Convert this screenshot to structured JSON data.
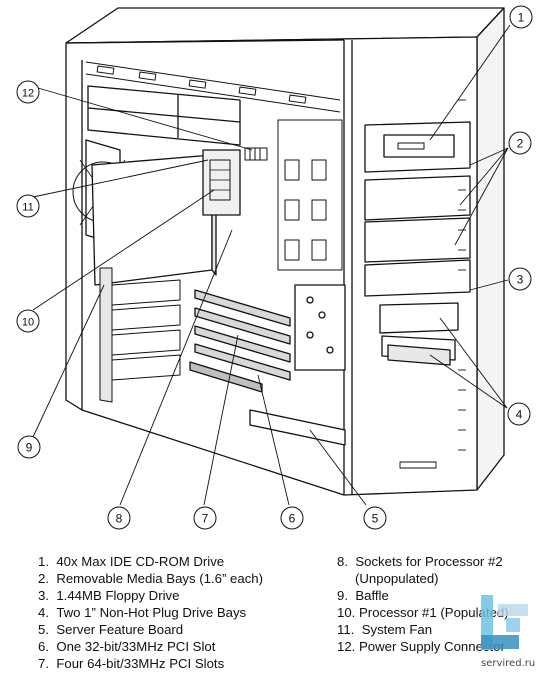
{
  "callouts": [
    "1",
    "2",
    "3",
    "4",
    "5",
    "6",
    "7",
    "8",
    "9",
    "10",
    "11",
    "12"
  ],
  "legend": {
    "left": [
      {
        "num": "1.",
        "text": "40x Max IDE CD-ROM Drive"
      },
      {
        "num": "2.",
        "text": "Removable Media Bays (1.6” each)"
      },
      {
        "num": "3.",
        "text": "1.44MB Floppy Drive"
      },
      {
        "num": "4.",
        "text": "Two 1” Non-Hot Plug Drive Bays"
      },
      {
        "num": "5.",
        "text": "Server Feature Board"
      },
      {
        "num": "6.",
        "text": "One 32-bit/33MHz PCI Slot"
      },
      {
        "num": "7.",
        "text": "Four 64-bit/33MHz PCI Slots"
      }
    ],
    "right": [
      {
        "num": "8.",
        "text": "Sockets for Processor #2"
      },
      {
        "num": "",
        "text": "(Unpopulated)"
      },
      {
        "num": "9.",
        "text": "Baffle"
      },
      {
        "num": "10.",
        "text": "Processor #1 (Populated)"
      },
      {
        "num": "11.",
        "text": "System Fan"
      },
      {
        "num": "12.",
        "text": "Power Supply Connector"
      }
    ]
  },
  "watermark": {
    "text": "servired.ru",
    "colors": [
      "#6fc3e0",
      "#3a8fc0",
      "#b8d8e8"
    ]
  }
}
